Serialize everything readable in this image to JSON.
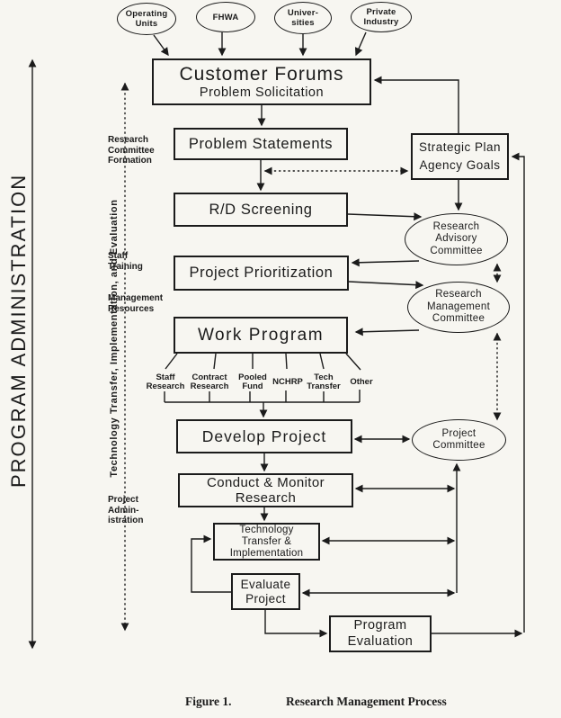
{
  "figure": {
    "caption_label": "Figure 1.",
    "caption_title": "Research Management Process"
  },
  "axes": {
    "program_administration": "PROGRAM ADMINISTRATION",
    "tech_transfer_axis": "Technology Transfer, Implementation, and Evaluation"
  },
  "phases": [
    {
      "label": "Research\nCommittee\nFormation"
    },
    {
      "label": "Staff\nTraining"
    },
    {
      "label": "Management\nResources"
    },
    {
      "label": "Project\nAdmin-\nistration"
    }
  ],
  "sources": [
    {
      "label": "Operating\nUnits"
    },
    {
      "label": "FHWA"
    },
    {
      "label": "Univer-\nsities"
    },
    {
      "label": "Private\nIndustry"
    }
  ],
  "nodes": {
    "customer_forums": {
      "title": "Customer Forums",
      "subtitle": "Problem Solicitation"
    },
    "problem_statements": {
      "label": "Problem Statements"
    },
    "strategic_plan": {
      "label": "Strategic Plan\nAgency Goals"
    },
    "rd_screening": {
      "label": "R/D Screening"
    },
    "project_prioritization": {
      "label": "Project Prioritization"
    },
    "work_program": {
      "label": "Work Program"
    },
    "develop_project": {
      "label": "Develop Project"
    },
    "conduct_monitor": {
      "label": "Conduct & Monitor\nResearch"
    },
    "tech_transfer": {
      "label": "Technology\nTransfer &\nImplementation"
    },
    "evaluate_project": {
      "label": "Evaluate\nProject"
    },
    "program_evaluation": {
      "label": "Program\nEvaluation"
    }
  },
  "committees": [
    {
      "label": "Research\nAdvisory\nCommittee"
    },
    {
      "label": "Research\nManagement\nCommittee"
    },
    {
      "label": "Project\nCommittee"
    }
  ],
  "channels": [
    {
      "label": "Staff\nResearch"
    },
    {
      "label": "Contract\nResearch"
    },
    {
      "label": "Pooled\nFund"
    },
    {
      "label": "NCHRP"
    },
    {
      "label": "Tech\nTransfer"
    },
    {
      "label": "Other"
    }
  ],
  "colors": {
    "ink": "#1b1b1b",
    "paper": "#f7f6f1"
  }
}
